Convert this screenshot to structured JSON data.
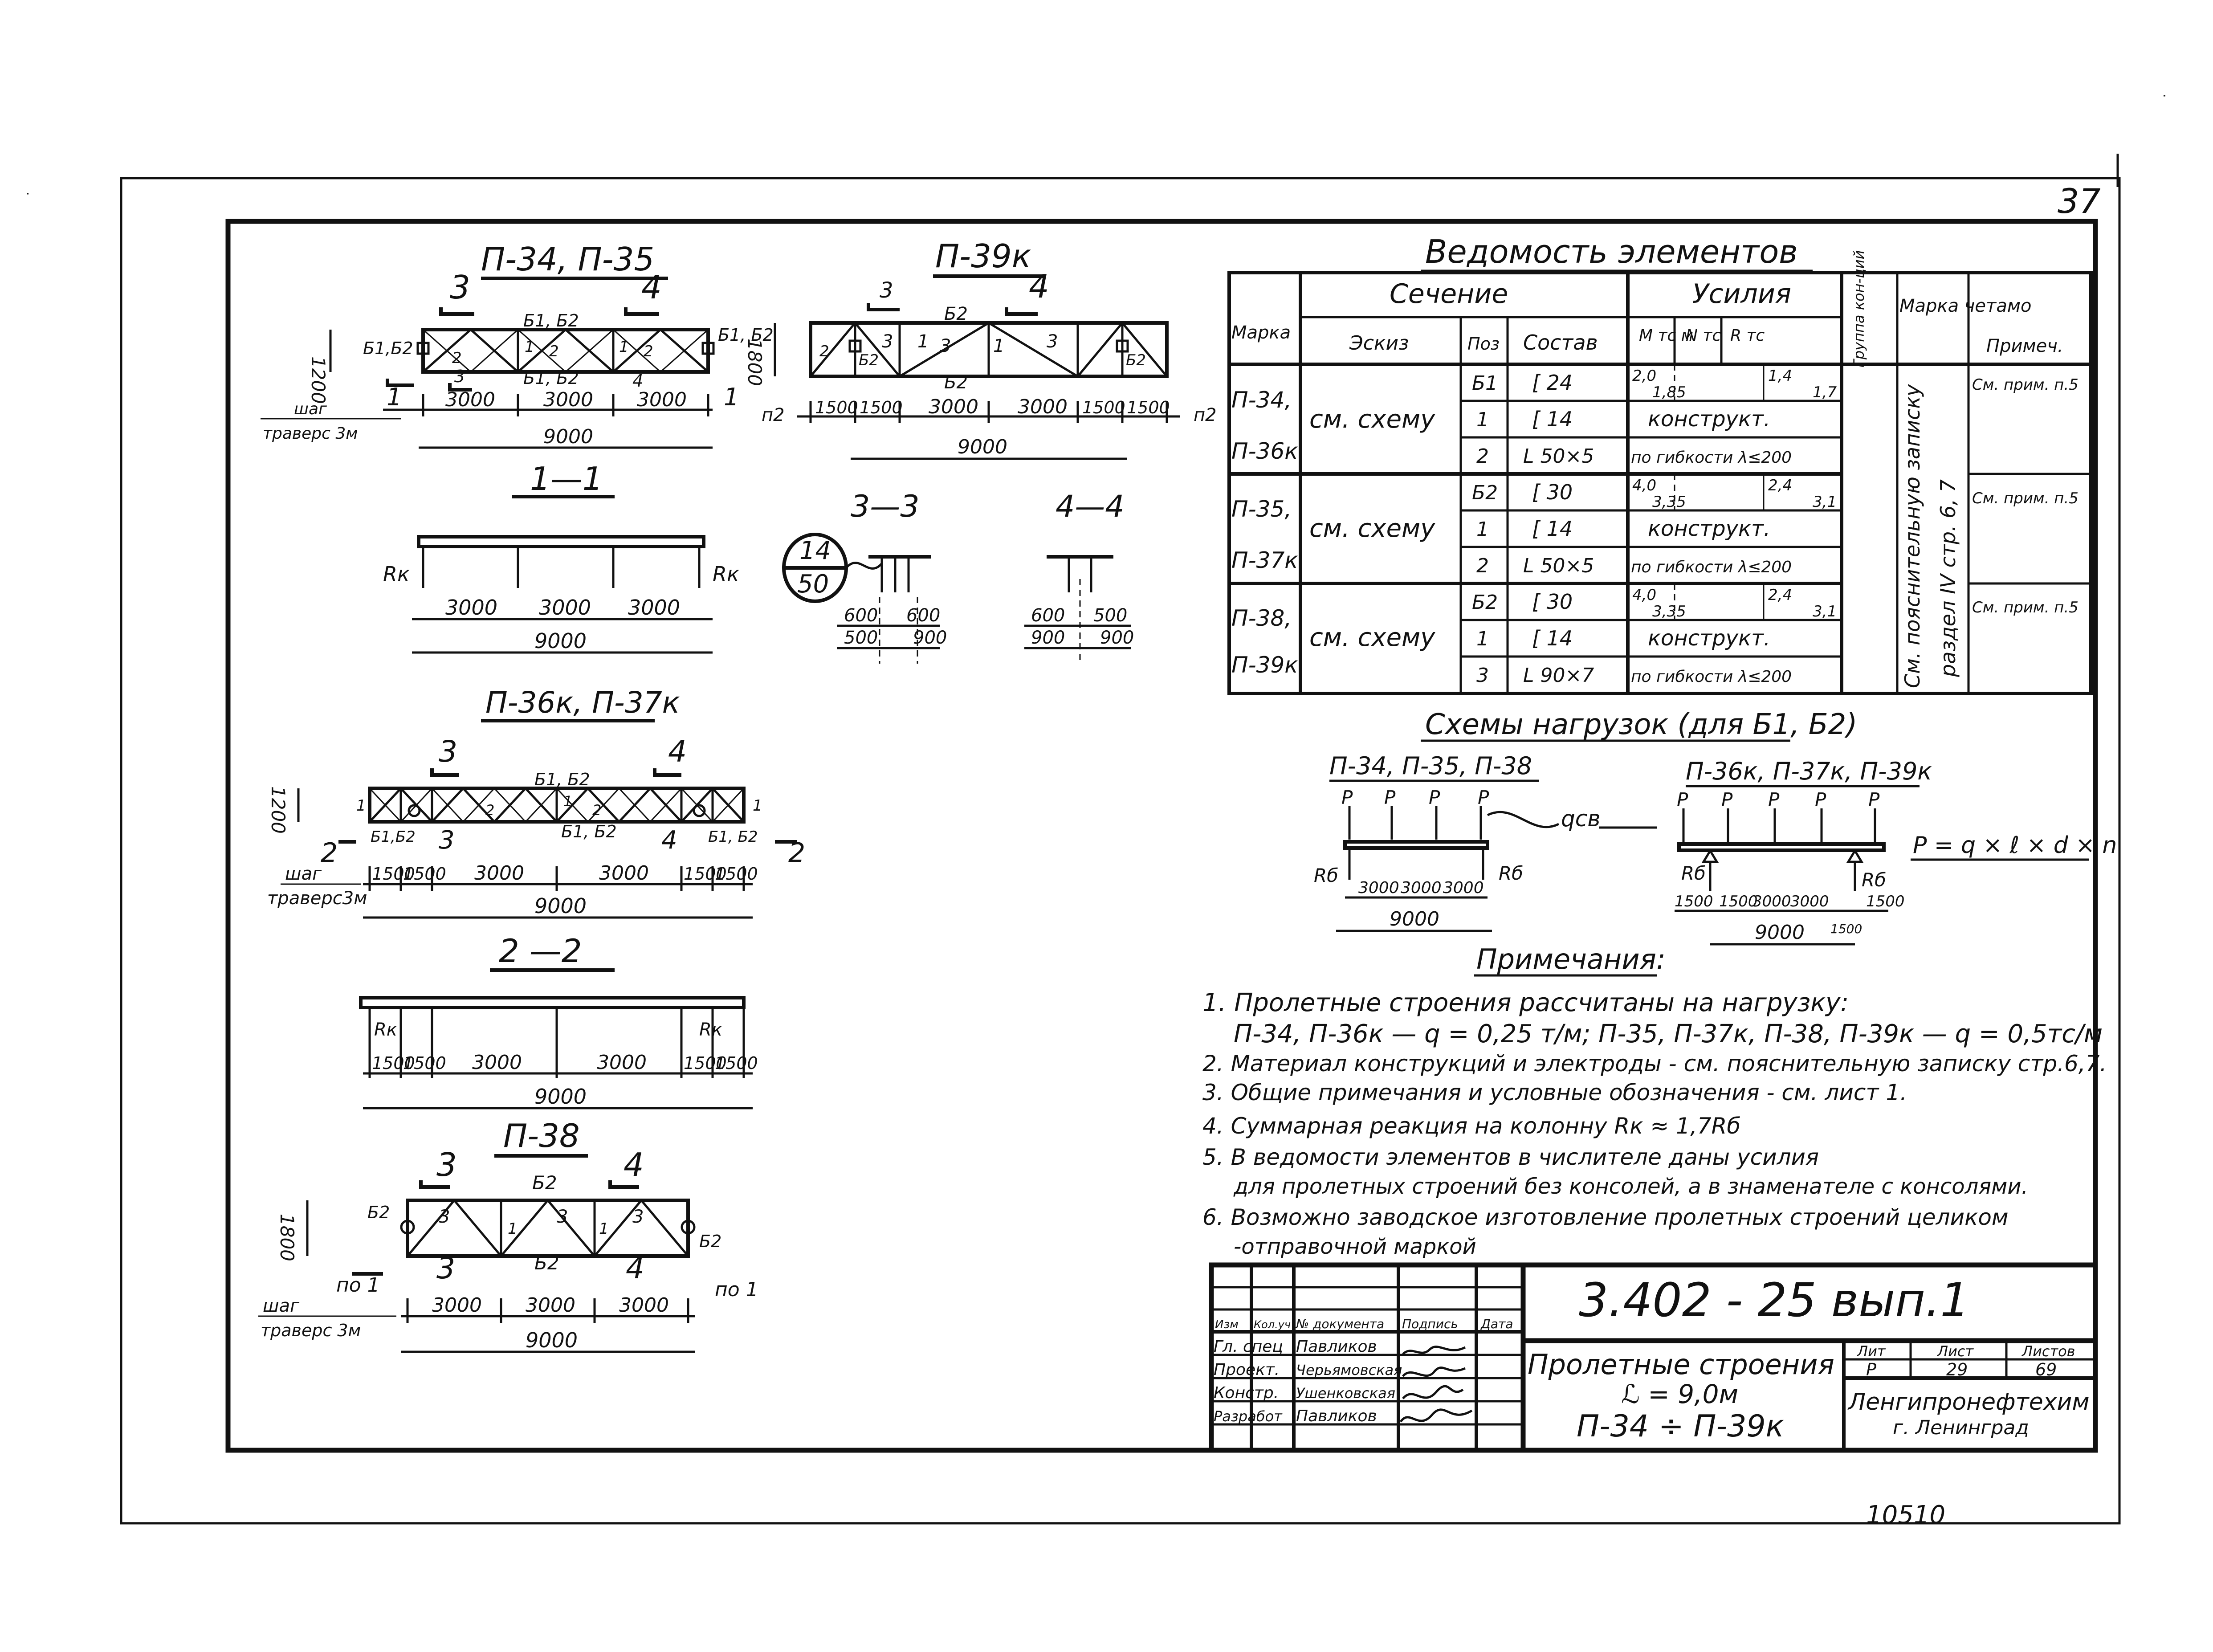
{
  "page_number": "37",
  "bottom_number": "10510",
  "scheme_p34": {
    "title": "П-34, П-35",
    "height": "1200",
    "belt_top": "Б1, Б2",
    "belt_left": "Б1,Б2",
    "belt_right": "Б1, Б2",
    "belt_bottom": "Б1, Б2",
    "rack": "1",
    "brace": "2",
    "brace_b": "4",
    "cut_a": "3",
    "cut_b": "4",
    "cut_end": "1",
    "spans": [
      "3000",
      "3000",
      "3000"
    ],
    "total": "9000",
    "step_label": "шаг",
    "traverse_label": "траверс 3м"
  },
  "scheme_p39k": {
    "title": "П-39к",
    "height": "1800",
    "belt_top": "Б2",
    "belt_bottom": "Б2",
    "belt_end": "Б2",
    "rack": "1",
    "brace": "3",
    "cut_a": "3",
    "cut_b": "4",
    "cut_end": "2",
    "cut_end_l": "п2",
    "cut_end_r": "п2",
    "spans": [
      "1500",
      "1500",
      "3000",
      "3000",
      "1500",
      "1500"
    ],
    "total": "9000"
  },
  "section_11": {
    "title": "1—1",
    "support_label": "Rк",
    "spans": [
      "3000",
      "3000",
      "3000"
    ],
    "total": "9000"
  },
  "section_33": {
    "title": "3—3",
    "fraction_top": "14",
    "fraction_bottom": "50",
    "dims": [
      "600",
      "600",
      "500",
      "900"
    ]
  },
  "section_44": {
    "title": "4—4",
    "dims": [
      "600",
      "500",
      "900",
      "900"
    ]
  },
  "scheme_p36k": {
    "title": "П-36к, П-37к",
    "height": "1200",
    "belt_top": "Б1, Б2",
    "belt_bottom": "Б1, Б2",
    "belt_left": "Б1,Б2",
    "belt_right": "Б1, Б2",
    "rack": "1",
    "brace": "2",
    "cut_a": "3",
    "cut_b": "4",
    "cut_end": "2",
    "spans": [
      "1500",
      "1500",
      "3000",
      "3000",
      "1500",
      "1500"
    ],
    "total": "9000",
    "step_label": "шаг",
    "traverse_label": "траверс3м"
  },
  "section_22": {
    "title": "2 —2",
    "support_label": "Rк",
    "spans": [
      "1500",
      "1500",
      "3000",
      "3000",
      "1500",
      "1500"
    ],
    "total": "9000"
  },
  "scheme_p38": {
    "title": "П-38",
    "height": "1800",
    "belt_top": "Б2",
    "belt_bottom": "Б2",
    "belt_left": "Б2",
    "belt_right": "Б2",
    "rack": "1",
    "brace": "3",
    "cut_a": "3",
    "cut_b": "4",
    "cut_end": "по 1",
    "spans": [
      "3000",
      "3000",
      "3000"
    ],
    "total": "9000",
    "step_label": "шаг",
    "traverse_label": "траверс 3м"
  },
  "elements_table": {
    "title": "Ведомость элементов",
    "headers": {
      "mark": "Марка",
      "section": "Сечение",
      "sketch": "Эскиз",
      "pos": "Поз",
      "composition": "Состав",
      "forces": "Усилия",
      "m": "М тс м",
      "n": "N тс",
      "r": "R тс",
      "group": "Группа кон-ций",
      "stage_mark": "Марка чета­мо",
      "notes": "Примеч."
    },
    "groups": [
      {
        "marks": [
          "П-34,",
          "П-36к"
        ],
        "sketch": "см. схему",
        "note": "См. прим. п.5",
        "rows": [
          {
            "pos": "Б1",
            "composition": "[ 24",
            "m_top": "2,0",
            "m_bottom": "1,85",
            "r_top": "1,4",
            "r_bottom": "1,7",
            "text": ""
          },
          {
            "pos": "1",
            "composition": "[ 14",
            "text": "конструкт."
          },
          {
            "pos": "2",
            "composition": "L 50×5",
            "text": "по гибкости λ≤200"
          }
        ]
      },
      {
        "marks": [
          "П-35,",
          "П-37к"
        ],
        "sketch": "см. схему",
        "note": "См. прим. п.5",
        "rows": [
          {
            "pos": "Б2",
            "composition": "[ 30",
            "m_top": "4,0",
            "m_bottom": "3,35",
            "r_top": "2,4",
            "r_bottom": "3,1",
            "text": ""
          },
          {
            "pos": "1",
            "composition": "[ 14",
            "text": "конструкт."
          },
          {
            "pos": "2",
            "composition": "L 50×5",
            "text": "по гибкости λ≤200"
          }
        ]
      },
      {
        "marks": [
          "П-38,",
          "П-39к"
        ],
        "sketch": "см. схему",
        "note": "См. прим. п.5",
        "rows": [
          {
            "pos": "Б2",
            "composition": "[ 30",
            "m_top": "4,0",
            "m_bottom": "3,35",
            "r_top": "2,4",
            "r_bottom": "3,1",
            "text": ""
          },
          {
            "pos": "1",
            "composition": "[ 14",
            "text": "конструкт."
          },
          {
            "pos": "3",
            "composition": "L 90×7",
            "text": "по гибкости λ≤200"
          }
        ]
      }
    ],
    "vertical_note_1": "См. пояснительную записку",
    "vertical_note_2": "раздел IV стр. 6, 7"
  },
  "load_schemes": {
    "title": "Схемы нагрузок (для Б1, Б2)",
    "left_title": "П-34, П-35, П-38",
    "right_title": "П-36к, П-37к, П-39к",
    "p_label": "P",
    "q_label": "qсв",
    "r_label": "Rб",
    "formula": "P = q × ℓ × d × n",
    "left_spans": [
      "3000",
      "3000",
      "3000"
    ],
    "left_total": "9000",
    "right_spans": [
      "1500",
      "1500",
      "3000",
      "3000",
      "1500"
    ],
    "right_total": "9000",
    "right_extra": "1500"
  },
  "notes": {
    "title": "Примечания:",
    "items": [
      "1. Пролетные строения рассчитаны на нагрузку:",
      "П-34, П-36к — q = 0,25 т/м; П-35, П-37к, П-38, П-39к — q = 0,5тс/м",
      "2. Материал конструкций и электроды - см. пояснительную записку стр.6,7.",
      "3. Общие примечания и условные обозначения - см. лист 1.",
      "4. Суммарная реакция на колонну Rк ≈ 1,7Rб",
      "5. В ведомости элементов в числителе даны усилия",
      "для пролетных строений без консолей, а в знаменателе с консолями.",
      "6. Возможно заводское изготовление пролетных строений целиком",
      "-отправочной маркой"
    ]
  },
  "title_block": {
    "code": "3.402 - 25 вып.1",
    "head_cells": [
      "Изм",
      "Кол.уч",
      "№ документа",
      "Подпись",
      "Дата"
    ],
    "staff": [
      {
        "role": "Гл. спец",
        "name": "Павликов"
      },
      {
        "role": "Проект.",
        "name": "Черьямовская"
      },
      {
        "role": "Констр.",
        "name": "Ушенковская"
      },
      {
        "role": "Разработ",
        "name": "Павликов"
      }
    ],
    "name_line1": "Пролетные строения",
    "name_line2": "ℒ = 9,0м",
    "name_line3": "П-34 ÷ П-39к",
    "stage_label": "Лит",
    "sheet_label": "Лист",
    "sheets_label": "Листов",
    "stage": "Р",
    "sheet": "29",
    "sheets": "69",
    "org1": "Ленгипронефтехим",
    "org2": "г. Ленинград"
  }
}
